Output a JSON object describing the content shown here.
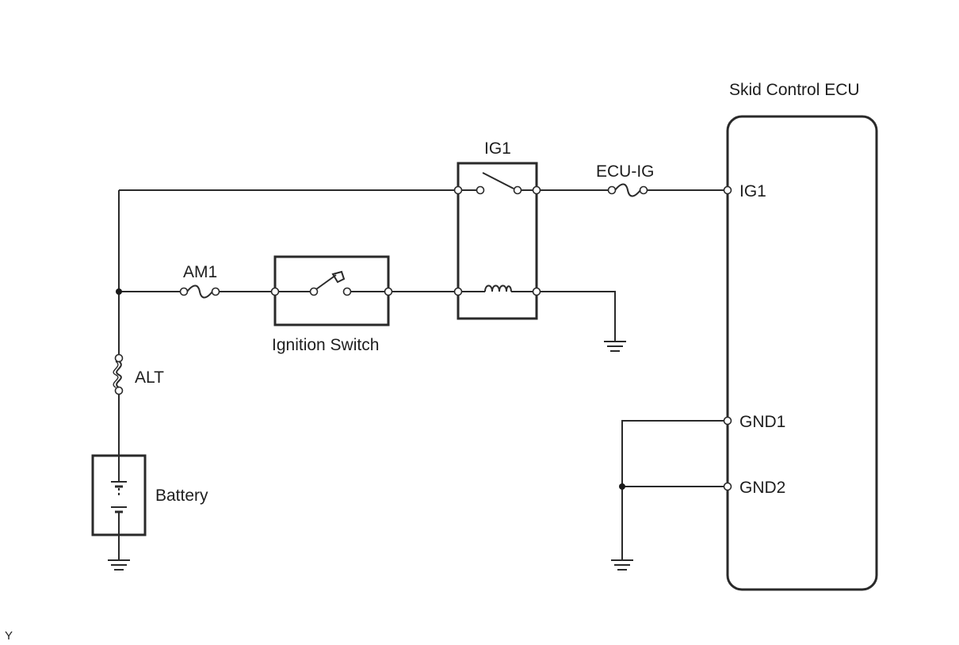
{
  "labels": {
    "ecu_title": "Skid Control ECU",
    "relay": "IG1",
    "ecu_ig_fuse": "ECU-IG",
    "am1_fuse": "AM1",
    "ignition_switch": "Ignition Switch",
    "alt_fuse": "ALT",
    "battery": "Battery",
    "pin_ig1": "IG1",
    "pin_gnd1": "GND1",
    "pin_gnd2": "GND2",
    "corner_mark": "Y"
  },
  "colors": {
    "line": "#2a2a2a",
    "background": "#ffffff"
  }
}
